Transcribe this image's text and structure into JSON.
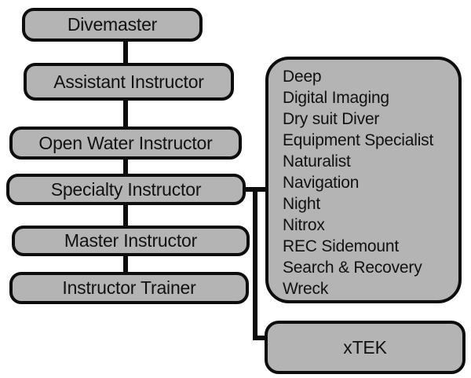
{
  "colors": {
    "background": "#ffffff",
    "node_fill": "#b4b4b4",
    "node_border": "#0d0d0d",
    "connector": "#0d0d0d",
    "text": "#111111"
  },
  "hierarchy": [
    {
      "label": "Divemaster"
    },
    {
      "label": "Assistant Instructor"
    },
    {
      "label": "Open Water Instructor"
    },
    {
      "label": "Specialty Instructor"
    },
    {
      "label": "Master Instructor"
    },
    {
      "label": "Instructor Trainer"
    }
  ],
  "specialties": {
    "items": [
      "Deep",
      "Digital Imaging",
      "Dry suit Diver",
      "Equipment Specialist",
      "Naturalist",
      "Navigation",
      "Night",
      "Nitrox",
      "REC Sidemount",
      "Search & Recovery",
      "Wreck"
    ]
  },
  "xtek": {
    "label": "xTEK"
  }
}
